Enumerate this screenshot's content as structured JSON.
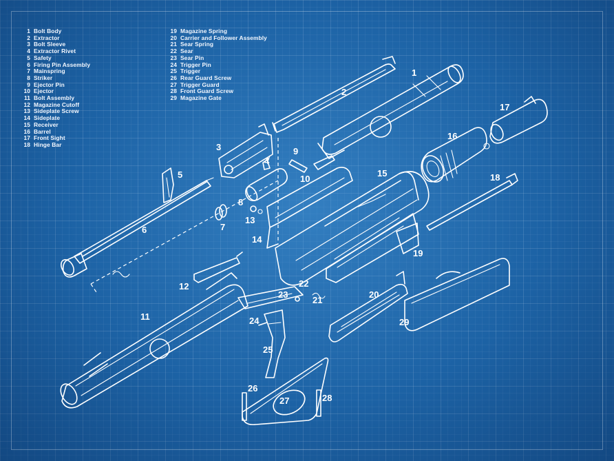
{
  "parts_legend": [
    {
      "num": "1",
      "name": "Bolt Body"
    },
    {
      "num": "2",
      "name": "Extractor"
    },
    {
      "num": "3",
      "name": "Bolt Sleeve"
    },
    {
      "num": "4",
      "name": "Extractor Rivet"
    },
    {
      "num": "5",
      "name": "Safety"
    },
    {
      "num": "6",
      "name": "Firing Pin Assembly"
    },
    {
      "num": "7",
      "name": "Mainspring"
    },
    {
      "num": "8",
      "name": "Striker"
    },
    {
      "num": "9",
      "name": "Ejector Pin"
    },
    {
      "num": "10",
      "name": "Ejector"
    },
    {
      "num": "11",
      "name": "Bolt Assembly"
    },
    {
      "num": "12",
      "name": "Magazine Cutoff"
    },
    {
      "num": "13",
      "name": "Sideplate Screw"
    },
    {
      "num": "14",
      "name": "Sideplate"
    },
    {
      "num": "15",
      "name": "Receiver"
    },
    {
      "num": "16",
      "name": "Barrel"
    },
    {
      "num": "17",
      "name": "Front Sight"
    },
    {
      "num": "18",
      "name": "Hinge Bar"
    },
    {
      "num": "19",
      "name": "Magazine Spring"
    },
    {
      "num": "20",
      "name": "Carrier and Follower Assembly"
    },
    {
      "num": "21",
      "name": "Sear Spring"
    },
    {
      "num": "22",
      "name": "Sear"
    },
    {
      "num": "23",
      "name": "Sear Pin"
    },
    {
      "num": "24",
      "name": "Trigger Pin"
    },
    {
      "num": "25",
      "name": "Trigger"
    },
    {
      "num": "26",
      "name": "Rear Guard Screw"
    },
    {
      "num": "27",
      "name": "Trigger Guard"
    },
    {
      "num": "28",
      "name": "Front Guard Screw"
    },
    {
      "num": "29",
      "name": "Magazine Gate"
    }
  ],
  "callouts": [
    "1",
    "2",
    "3",
    "4",
    "5",
    "6",
    "7",
    "8",
    "9",
    "10",
    "11",
    "12",
    "13",
    "14",
    "15",
    "16",
    "17",
    "18",
    "19",
    "20",
    "21",
    "22",
    "23",
    "24",
    "25",
    "26",
    "27",
    "28",
    "29"
  ],
  "colors": {
    "background": "#1d63a6",
    "line": "#ffffff"
  }
}
